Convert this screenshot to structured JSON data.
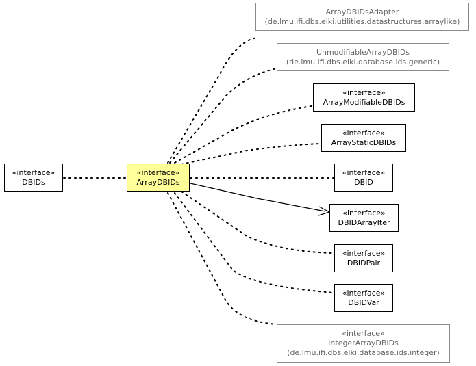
{
  "colors": {
    "focus_fill": "#ffff99",
    "border": "#000000",
    "external_border": "#8a8a8a",
    "external_text": "#666666"
  },
  "nodes": {
    "dbids": {
      "stereotype": "«interface»",
      "name": "DBIDs"
    },
    "arraydbids": {
      "stereotype": "«interface»",
      "name": "ArrayDBIDs"
    },
    "adapter": {
      "name": "ArrayDBIDsAdapter",
      "package": "(de.lmu.ifi.dbs.elki.utilities.datastructures.arraylike)"
    },
    "unmodifiable": {
      "name": "UnmodifiableArrayDBIDs",
      "package": "(de.lmu.ifi.dbs.elki.database.ids.generic)"
    },
    "modifiable": {
      "stereotype": "«interface»",
      "name": "ArrayModifiableDBIDs"
    },
    "static": {
      "stereotype": "«interface»",
      "name": "ArrayStaticDBIDs"
    },
    "dbid": {
      "stereotype": "«interface»",
      "name": "DBID"
    },
    "iter": {
      "stereotype": "«interface»",
      "name": "DBIDArrayIter"
    },
    "pair": {
      "stereotype": "«interface»",
      "name": "DBIDPair"
    },
    "var": {
      "stereotype": "«interface»",
      "name": "DBIDVar"
    },
    "integer": {
      "stereotype": "«interface»",
      "name": "IntegerArrayDBIDs",
      "package": "(de.lmu.ifi.dbs.elki.database.ids.integer)"
    }
  }
}
